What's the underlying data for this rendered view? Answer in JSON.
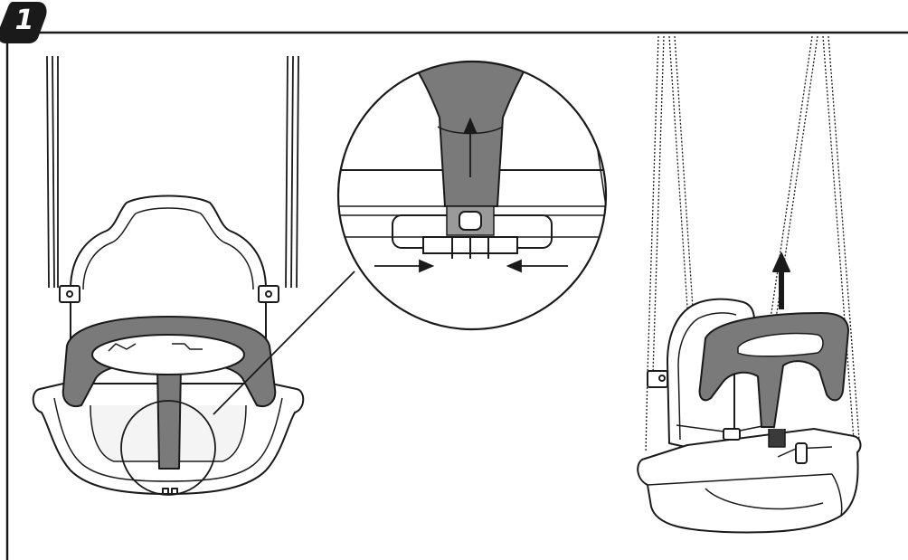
{
  "step": {
    "number": "1"
  },
  "colors": {
    "line": "#1a1a1a",
    "bumper_gray": "#7a7a7a",
    "background": "#ffffff"
  },
  "illustrations": {
    "front_view": "swing-front-view",
    "detail": "bumper-release-detail",
    "side_view": "swing-side-view-bumper-raised"
  }
}
